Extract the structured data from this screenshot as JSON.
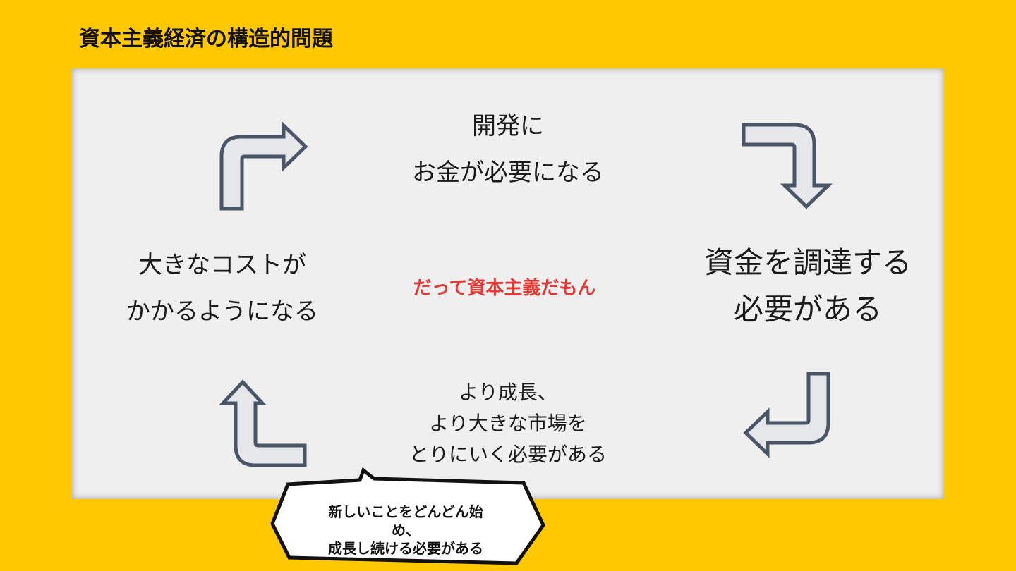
{
  "title": "資本主義経済の構造的問題",
  "cycle": {
    "top": [
      "開発に",
      "お金が必要になる"
    ],
    "right": [
      "資金を調達する",
      "必要がある"
    ],
    "bottom": [
      "より成長、",
      "より大きな市場を",
      "とりにいく必要がある"
    ],
    "left": [
      "大きなコストが",
      "かかるようになる"
    ]
  },
  "center": "だって資本主義だもん",
  "bubble": [
    "新しいことをどんどん始",
    "め、",
    "成長し続ける必要がある"
  ],
  "colors": {
    "background": "#FFC800",
    "panel": "#EFEFEF",
    "arrow_fill": "#E6E7EA",
    "arrow_stroke": "#4A5568",
    "center_text": "#E53935"
  },
  "icons": [
    "arrow-top-left-icon",
    "arrow-top-right-icon",
    "arrow-bottom-right-icon",
    "arrow-bottom-left-icon",
    "speech-bubble"
  ]
}
